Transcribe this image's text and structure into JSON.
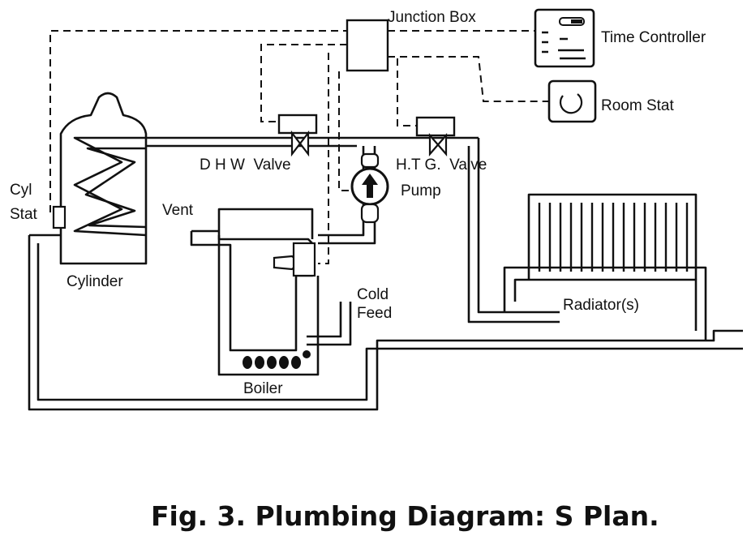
{
  "labels": {
    "junction_box": "Junction Box",
    "time_controller": "Time Controller",
    "room_stat": "Room Stat",
    "cyl": "Cyl",
    "stat": "Stat",
    "dhw_valve": "D H W  Valve",
    "htg_valve": "H.T G.  Valve",
    "pump": "Pump",
    "vent": "Vent",
    "cylinder": "Cylinder",
    "cold": "Cold",
    "feed": "Feed",
    "radiators": "Radiator(s)",
    "boiler": "Boiler"
  },
  "caption": "Fig. 3. Plumbing Diagram: S Plan."
}
